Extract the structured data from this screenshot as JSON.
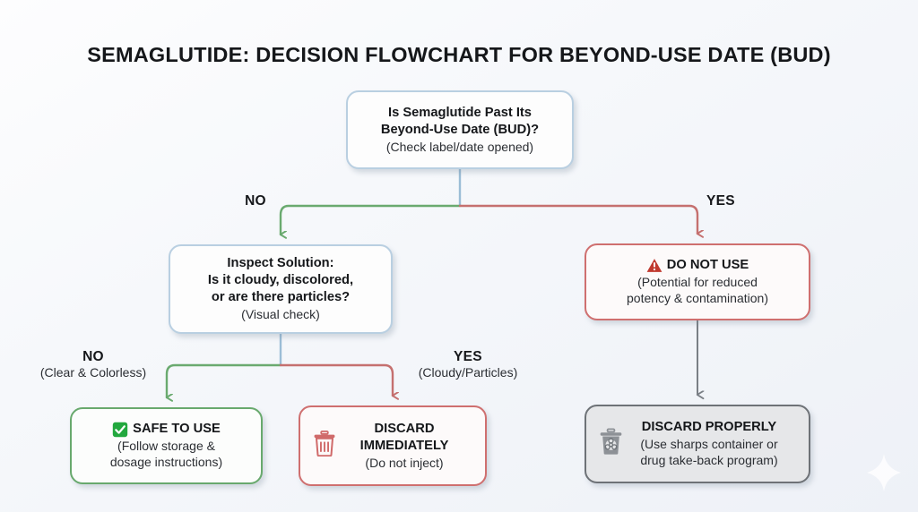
{
  "title": "SEMAGLUTIDE: DECISION FLOWCHART FOR BEYOND-USE DATE (BUD)",
  "colors": {
    "background_top": "#fdfdfe",
    "background_bottom": "#eef1f7",
    "node_blue_border": "#b9cfe1",
    "node_red_border": "#cf6f6f",
    "node_green_border": "#68a96d",
    "node_gray_border": "#6e7277",
    "node_gray_fill": "#e6e7e9",
    "edge_yes_red": "#c5706f",
    "edge_no_green": "#6aaa6f",
    "edge_neutral_gray": "#7a7f85",
    "edge_stem_blue": "#9bbdd6",
    "title_text": "#15171a"
  },
  "nodes": {
    "bud": {
      "id": "bud",
      "title_line1": "Is Semaglutide Past Its",
      "title_line2": "Beyond-Use Date (BUD)?",
      "subtitle": "(Check label/date opened)",
      "style": "blue"
    },
    "inspect": {
      "id": "inspect",
      "title_line1": "Inspect Solution:",
      "title_line2": "Is it cloudy, discolored,",
      "title_line3": "or are there particles?",
      "subtitle": "(Visual check)",
      "style": "blue"
    },
    "do_not_use": {
      "id": "do-not-use",
      "icon": "warning-triangle-icon",
      "title": "DO NOT USE",
      "subtitle_line1": "(Potential for reduced",
      "subtitle_line2": "potency & contamination)",
      "style": "red"
    },
    "safe_to_use": {
      "id": "safe-to-use",
      "icon": "green-check-box-icon",
      "title": "SAFE TO USE",
      "subtitle_line1": "(Follow storage &",
      "subtitle_line2": "dosage instructions)",
      "style": "green"
    },
    "discard_immediately": {
      "id": "discard-immediately",
      "icon": "red-trash-can-icon",
      "title_line1": "DISCARD",
      "title_line2": "IMMEDIATELY",
      "subtitle": "(Do not inject)",
      "style": "red"
    },
    "discard_properly": {
      "id": "discard-properly",
      "icon": "gray-biohazard-trash-icon",
      "title": "DISCARD PROPERLY",
      "subtitle_line1": "(Use sharps container or",
      "subtitle_line2": "drug take-back program)",
      "style": "gray"
    }
  },
  "edges": [
    {
      "id": "bud-no",
      "label": "NO",
      "sublabel": "",
      "from": "bud",
      "to": "inspect",
      "color": "#6aaa6f"
    },
    {
      "id": "bud-yes",
      "label": "YES",
      "sublabel": "",
      "from": "bud",
      "to": "do_not_use",
      "color": "#c5706f"
    },
    {
      "id": "inspect-no",
      "label": "NO",
      "sublabel": "(Clear & Colorless)",
      "from": "inspect",
      "to": "safe_to_use",
      "color": "#6aaa6f"
    },
    {
      "id": "inspect-yes",
      "label": "YES",
      "sublabel": "(Cloudy/Particles)",
      "from": "inspect",
      "to": "discard_immediately",
      "color": "#c5706f"
    },
    {
      "id": "donotuse-next",
      "label": "",
      "sublabel": "",
      "from": "do_not_use",
      "to": "discard_properly",
      "color": "#7a7f85"
    }
  ],
  "watermark": {
    "icon": "four-point-sparkle-icon"
  }
}
